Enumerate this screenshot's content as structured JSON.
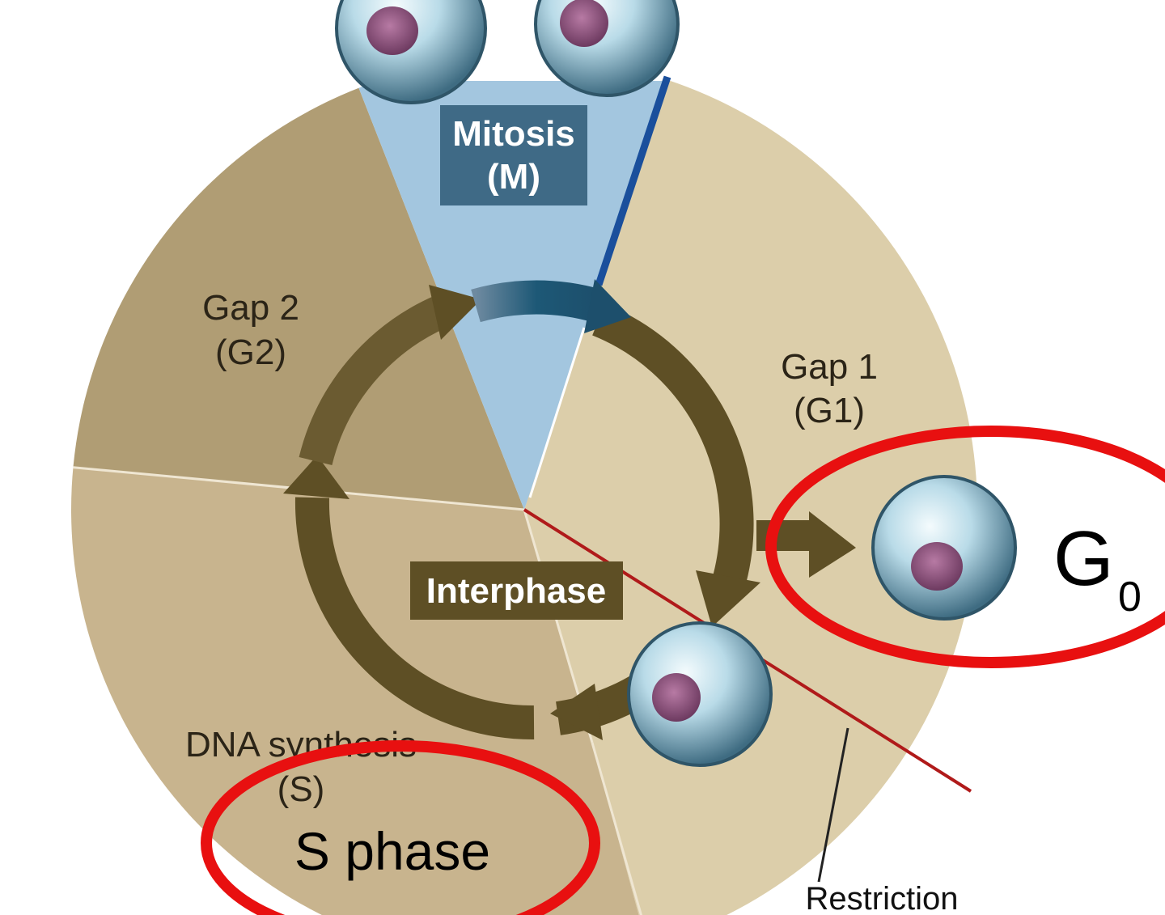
{
  "phases": {
    "mitosis": {
      "line1": "Mitosis",
      "line2": "(M)"
    },
    "gap2": {
      "line1": "Gap 2",
      "line2": "(G2)"
    },
    "gap1": {
      "line1": "Gap 1",
      "line2": "(G1)"
    },
    "dna_synthesis": {
      "line1": "DNA synthesis",
      "line2": "(S)"
    }
  },
  "center_label": "Interphase",
  "highlights": {
    "g0": {
      "letter": "G",
      "subscript": "0"
    },
    "s_phase": "S phase"
  },
  "restriction_label": "Restriction",
  "colors": {
    "mitosis_wedge": "#a3c6df",
    "mitosis_label_bg": "#3f6a86",
    "gap2_wedge": "#b09d74",
    "gap1_wedge": "#dcceaa",
    "s_wedge": "#c8b48e",
    "arrow": "#5e4f25",
    "arrow_blue": "#1d5876",
    "highlight_ring": "#e81010",
    "restriction_line": "#b01a1a",
    "cell": "#b9dbe8",
    "nucleus": "#8d4f7c"
  },
  "icons": [
    "cell-icon",
    "nucleus-icon",
    "arrow-icon"
  ]
}
